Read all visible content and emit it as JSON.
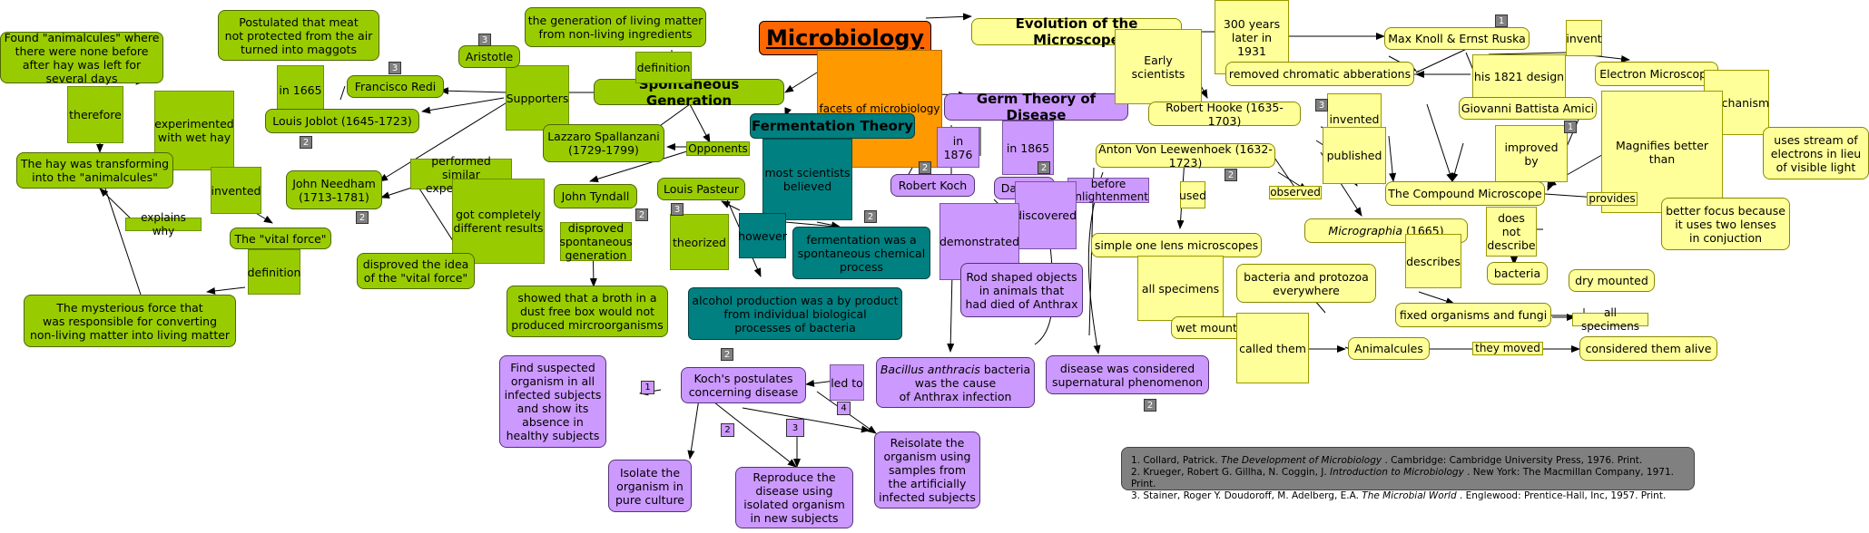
{
  "title": "Microbiology",
  "topics": {
    "evolution": "Evolution of the Microscope",
    "germ": "Germ Theory of Disease",
    "spontaneous": "Spontaneous Generation",
    "fermentation": "Fermentation Theory"
  },
  "links": {
    "facets": "facets of microbiology",
    "definition": "definition",
    "supporters": "Supporters",
    "opponents": "Opponents",
    "in1665": "in 1665",
    "therefore": "therefore",
    "experimented": "experimented\nwith wet hay",
    "invented_g": "invented",
    "explains": "explains why",
    "definition2": "definition",
    "performed": "performed similar\nexperiments",
    "disproved": "disproved\nspontaneous\ngeneration",
    "theorized": "theorized",
    "however": "however",
    "most": "most scientists\nbelieved",
    "in1876": "in 1876",
    "in1865": "in 1865",
    "before": "before\nenlightenment",
    "discovered": "discovered",
    "demonstrated": "demonstrated",
    "led": "led to",
    "early": "Early scientists",
    "years": "300 years\nlater in 1931",
    "design": "his 1821 design",
    "invent": "invent",
    "mechanism": "mechanism",
    "invented_y": "invented",
    "published": "published",
    "improved": "improved by",
    "magnifies": "Magnifies better than",
    "provides": "provides",
    "used": "used",
    "observed": "observed",
    "all_specimens": "all specimens",
    "called": "called them",
    "describes": "describes",
    "doesnot": "does not\ndescribe",
    "all_specimens2": "all specimens",
    "moved": "they moved"
  },
  "nodes": {
    "found": "Found \"animalcules\" where\nthere were none before\nafter hay was left for several days",
    "postulated": "Postulated that meat\nnot protected from the air\nturned into maggots",
    "gen": "the generation of living matter\nfrom non-living ingredients",
    "aristotle": "Aristotle",
    "redi": "Francisco Redi",
    "joblot": "Louis Joblot (1645-1723)",
    "spallanzani": "Lazzaro Spallanzani\n(1729-1799)",
    "hay": "The hay was transforming\ninto the \"animalcules\"",
    "needham": "John Needham\n(1713-1781)",
    "different": "got completely\ndifferent results",
    "tyndall": "John Tyndall",
    "pasteur": "Louis Pasteur",
    "vital": "The \"vital force\"",
    "disproved_idea": "disproved the idea\nof the \"vital force\"",
    "broth": "showed that a broth in a\ndust free box would not\nproduced mircroorganisms",
    "mysterious": "The mysterious force that\nwas responsible for converting\nnon-living matter into living matter",
    "ferm_chem": "fermentation was a\nspontaneous chemical\nprocess",
    "alcohol": "alcohol production was a by product\nfrom individual biological\nprocesses of bacteria",
    "koch": "Robert Koch",
    "davaine": "Davaine",
    "rod": "Rod shaped objects\nin animals that\nhad died of Anthrax",
    "supernatural": "disease was considered\nsupernatural phenomenon",
    "bacillus_italic": "Bacillus anthracis",
    "bacillus_rest": " bacteria\nwas the cause\nof Anthrax infection",
    "postulates": "Koch's postulates\nconcerning disease",
    "find": "Find suspected\norganism in all\ninfected subjects\nand show its\nabsence in\nhealthy subjects",
    "isolate": "Isolate the\norganism in\npure culture",
    "reproduce": "Reproduce the\ndisease using\nisolated organism\nin new subjects",
    "reisolate": "Reisolate the\norganism using\nsamples from\nthe artificially\ninfected subjects",
    "knoll": "Max Knoll & Ernst Ruska",
    "chromatic": "removed chromatic abberations",
    "em": "Electron Microscope",
    "hooke": "Robert Hooke (1635-1703)",
    "amici": "Giovanni Battista Amici",
    "stream": "uses stream of\nelectrons in lieu\nof visible light",
    "leeuwenhoek": "Anton Von Leewenhoek (1632-1723)",
    "compound": "The Compound Microscope",
    "lenses": "better focus because\nit uses two lenses\nin conjuction",
    "simple": "simple one lens microscopes",
    "micrographia_italic": "Micrographia",
    "micrographia_rest": "  (1665)",
    "bacteria": "bacteria",
    "bacprot": "bacteria and protozoa\neverywhere",
    "dry": "dry mounted",
    "wet": "wet mounted",
    "fixed": "fixed organisms and fungi",
    "animalcules": "Animalcules",
    "alive": "considered them alive"
  },
  "refs": {
    "r1a": "1. Collard, Patrick. ",
    "r1b": "The Development of Microbiology",
    "r1c": " . Cambridge: Cambridge University Press, 1976. Print.",
    "r2a": "2. Krueger, Robert G. Gillha, N. Coggin, J. ",
    "r2b": "Introduction to Microbiology",
    "r2c": " . New York: The Macmillan Company, 1971. Print.",
    "r3a": "3. Stainer, Roger Y. Doudoroff, M. Adelberg, E.A. ",
    "r3b": "The Microbial World",
    "r3c": " . Englewood: Prentice-Hall, Inc, 1957. Print."
  },
  "badges": {
    "one": "1",
    "two": "2",
    "three": "3",
    "four": "4"
  }
}
